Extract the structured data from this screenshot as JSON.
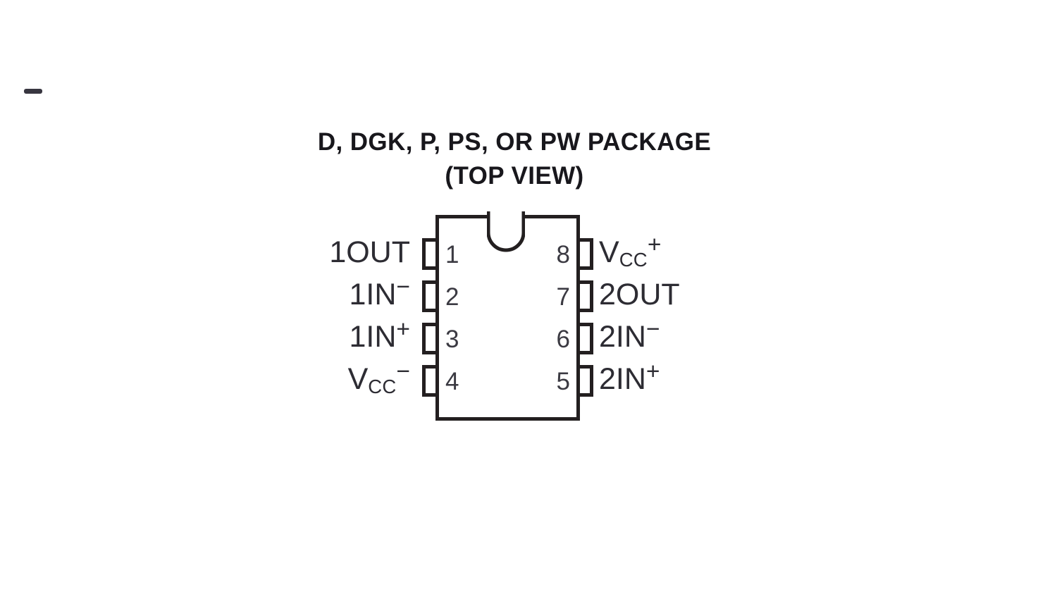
{
  "artifact": {
    "dash_mark": "scan-dash-mark"
  },
  "title": {
    "line1": "D, DGK, P, PS, OR PW PACKAGE",
    "line2": "(TOP VIEW)"
  },
  "package": {
    "name": "D, DGK, P, PS, OR PW PACKAGE",
    "view": "(TOP VIEW)",
    "pin_count": 8,
    "notch_icon": "package-notch-icon",
    "body_color": "#ffffff",
    "outline_color": "#231f20",
    "text_color": "#2d2c33"
  },
  "pins": {
    "left": [
      {
        "number": "1",
        "label_plain": "1OUT",
        "base": "1OUT",
        "sub": "",
        "sup": ""
      },
      {
        "number": "2",
        "label_plain": "1IN−",
        "base": "1IN",
        "sub": "",
        "sup": "−"
      },
      {
        "number": "3",
        "label_plain": "1IN+",
        "base": "1IN",
        "sub": "",
        "sup": "+"
      },
      {
        "number": "4",
        "label_plain": "VCC−",
        "base": "V",
        "sub": "CC",
        "sup": "−"
      }
    ],
    "right": [
      {
        "number": "8",
        "label_plain": "VCC+",
        "base": "V",
        "sub": "CC",
        "sup": "+"
      },
      {
        "number": "7",
        "label_plain": "2OUT",
        "base": "2OUT",
        "sub": "",
        "sup": ""
      },
      {
        "number": "6",
        "label_plain": "2IN−",
        "base": "2IN",
        "sub": "",
        "sup": "−"
      },
      {
        "number": "5",
        "label_plain": "2IN+",
        "base": "2IN",
        "sub": "",
        "sup": "+"
      }
    ]
  }
}
